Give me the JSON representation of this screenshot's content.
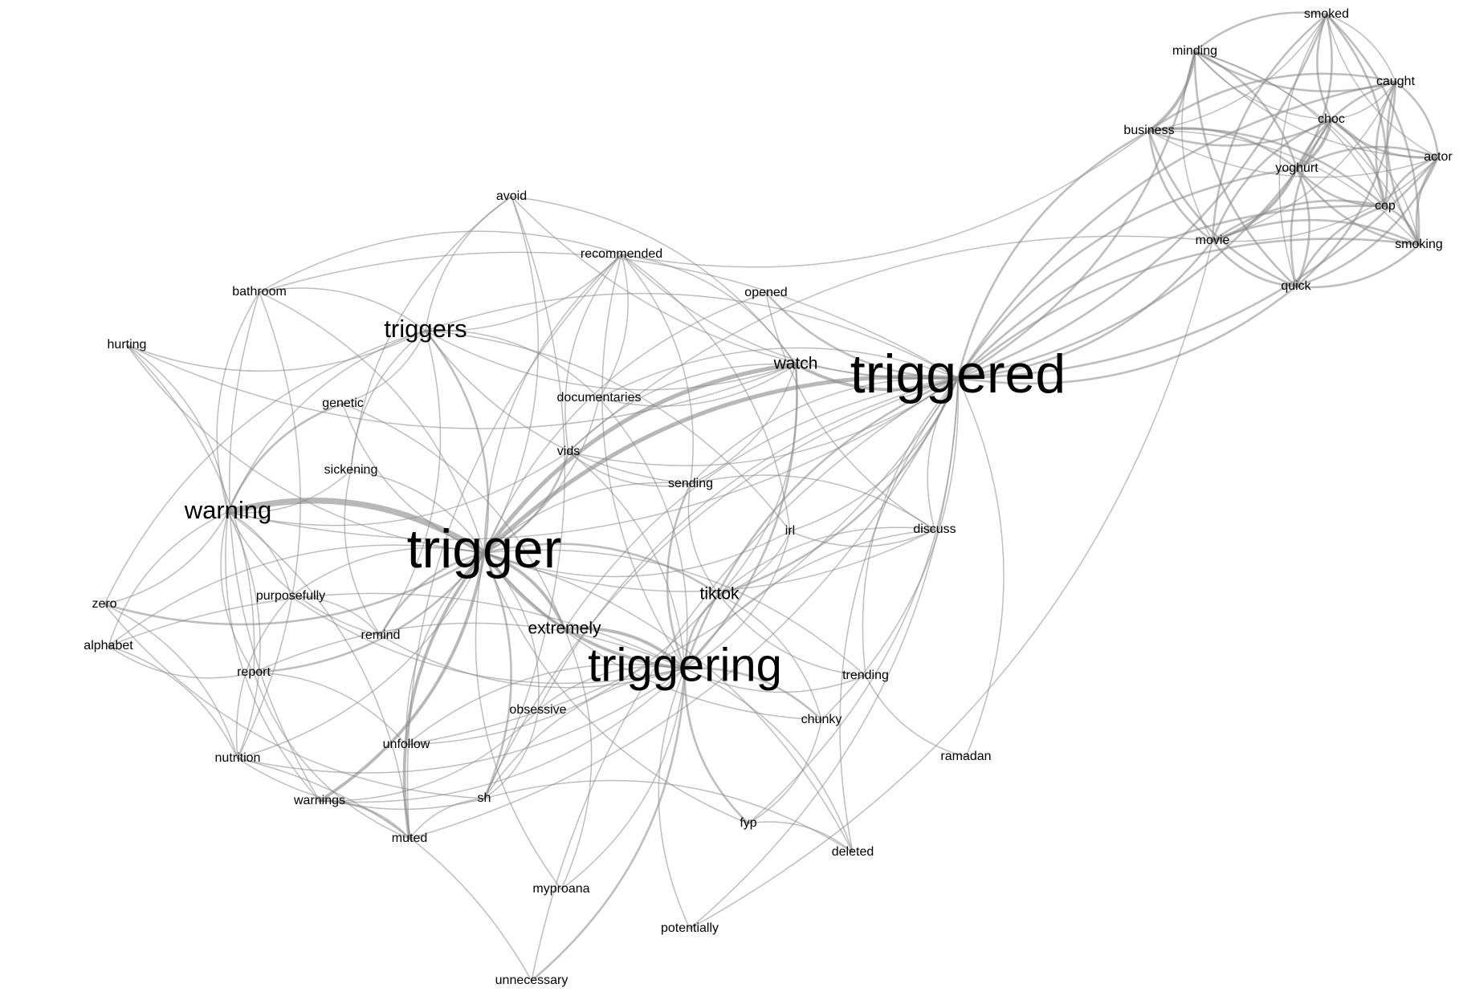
{
  "graph": {
    "colors": {
      "background": "#ffffff",
      "edge": "#888888",
      "label": "#000000"
    },
    "nodes": [
      {
        "id": "trigger",
        "label": "trigger",
        "size": 5
      },
      {
        "id": "triggered",
        "label": "triggered",
        "size": 5
      },
      {
        "id": "triggering",
        "label": "triggering",
        "size": 4
      },
      {
        "id": "warning",
        "label": "warning",
        "size": 3
      },
      {
        "id": "triggers",
        "label": "triggers",
        "size": 3
      },
      {
        "id": "watch",
        "label": "watch",
        "size": 2
      },
      {
        "id": "extremely",
        "label": "extremely",
        "size": 2
      },
      {
        "id": "tiktok",
        "label": "tiktok",
        "size": 2
      },
      {
        "id": "smoked",
        "label": "smoked",
        "size": 1
      },
      {
        "id": "minding",
        "label": "minding",
        "size": 1
      },
      {
        "id": "caught",
        "label": "caught",
        "size": 1
      },
      {
        "id": "business",
        "label": "business",
        "size": 1
      },
      {
        "id": "choc",
        "label": "choc",
        "size": 1
      },
      {
        "id": "yoghurt",
        "label": "yoghurt",
        "size": 1
      },
      {
        "id": "actor",
        "label": "actor",
        "size": 1
      },
      {
        "id": "cop",
        "label": "cop",
        "size": 1
      },
      {
        "id": "movie",
        "label": "movie",
        "size": 1
      },
      {
        "id": "smoking",
        "label": "smoking",
        "size": 1
      },
      {
        "id": "quick",
        "label": "quick",
        "size": 1
      },
      {
        "id": "avoid",
        "label": "avoid",
        "size": 1
      },
      {
        "id": "recommended",
        "label": "recommended",
        "size": 1
      },
      {
        "id": "bathroom",
        "label": "bathroom",
        "size": 1
      },
      {
        "id": "opened",
        "label": "opened",
        "size": 1
      },
      {
        "id": "hurting",
        "label": "hurting",
        "size": 1
      },
      {
        "id": "genetic",
        "label": "genetic",
        "size": 1
      },
      {
        "id": "documentaries",
        "label": "documentaries",
        "size": 1
      },
      {
        "id": "vids",
        "label": "vids",
        "size": 1
      },
      {
        "id": "sickening",
        "label": "sickening",
        "size": 1
      },
      {
        "id": "sending",
        "label": "sending",
        "size": 1
      },
      {
        "id": "irl",
        "label": "irl",
        "size": 1
      },
      {
        "id": "discuss",
        "label": "discuss",
        "size": 1
      },
      {
        "id": "zero",
        "label": "zero",
        "size": 1
      },
      {
        "id": "purposefully",
        "label": "purposefully",
        "size": 1
      },
      {
        "id": "alphabet",
        "label": "alphabet",
        "size": 1
      },
      {
        "id": "remind",
        "label": "remind",
        "size": 1
      },
      {
        "id": "report",
        "label": "report",
        "size": 1
      },
      {
        "id": "trending",
        "label": "trending",
        "size": 1
      },
      {
        "id": "obsessive",
        "label": "obsessive",
        "size": 1
      },
      {
        "id": "chunky",
        "label": "chunky",
        "size": 1
      },
      {
        "id": "unfollow",
        "label": "unfollow",
        "size": 1
      },
      {
        "id": "nutrition",
        "label": "nutrition",
        "size": 1
      },
      {
        "id": "ramadan",
        "label": "ramadan",
        "size": 1
      },
      {
        "id": "sh",
        "label": "sh",
        "size": 1
      },
      {
        "id": "warnings",
        "label": "warnings",
        "size": 1
      },
      {
        "id": "fyp",
        "label": "fyp",
        "size": 1
      },
      {
        "id": "muted",
        "label": "muted",
        "size": 1
      },
      {
        "id": "deleted",
        "label": "deleted",
        "size": 1
      },
      {
        "id": "myproana",
        "label": "myproana",
        "size": 1
      },
      {
        "id": "potentially",
        "label": "potentially",
        "size": 1
      },
      {
        "id": "unnecessary",
        "label": "unnecessary",
        "size": 1
      }
    ],
    "edges": [
      [
        "trigger",
        "warning",
        5
      ],
      [
        "trigger",
        "triggered",
        4
      ],
      [
        "trigger",
        "triggering",
        3
      ],
      [
        "trigger",
        "watch",
        4
      ],
      [
        "trigger",
        "triggers",
        2
      ],
      [
        "trigger",
        "extremely",
        3
      ],
      [
        "trigger",
        "vids",
        2
      ],
      [
        "trigger",
        "warnings",
        3
      ],
      [
        "trigger",
        "muted",
        3
      ],
      [
        "trigger",
        "sh",
        2
      ],
      [
        "trigger",
        "remind",
        2
      ],
      [
        "trigger",
        "report",
        2
      ],
      [
        "trigger",
        "purposefully",
        1
      ],
      [
        "trigger",
        "obsessive",
        1
      ],
      [
        "trigger",
        "unfollow",
        1
      ],
      [
        "trigger",
        "zero",
        2
      ],
      [
        "trigger",
        "alphabet",
        1
      ],
      [
        "trigger",
        "nutrition",
        1
      ],
      [
        "trigger",
        "documentaries",
        1
      ],
      [
        "trigger",
        "recommended",
        1
      ],
      [
        "trigger",
        "avoid",
        1
      ],
      [
        "trigger",
        "genetic",
        1
      ],
      [
        "trigger",
        "sickening",
        1
      ],
      [
        "trigger",
        "sending",
        1
      ],
      [
        "trigger",
        "irl",
        1
      ],
      [
        "trigger",
        "tiktok",
        2
      ],
      [
        "trigger",
        "chunky",
        1
      ],
      [
        "trigger",
        "trending",
        1
      ],
      [
        "trigger",
        "fyp",
        1
      ],
      [
        "trigger",
        "deleted",
        1
      ],
      [
        "trigger",
        "myproana",
        1
      ],
      [
        "trigger",
        "hurting",
        1
      ],
      [
        "trigger",
        "bathroom",
        1
      ],
      [
        "trigger",
        "opened",
        1
      ],
      [
        "trigger",
        "discuss",
        1
      ],
      [
        "triggered",
        "watch",
        3
      ],
      [
        "triggered",
        "triggering",
        2
      ],
      [
        "triggered",
        "tiktok",
        2
      ],
      [
        "triggered",
        "minding",
        2
      ],
      [
        "triggered",
        "business",
        2
      ],
      [
        "triggered",
        "smoked",
        2
      ],
      [
        "triggered",
        "caught",
        2
      ],
      [
        "triggered",
        "choc",
        2
      ],
      [
        "triggered",
        "yoghurt",
        2
      ],
      [
        "triggered",
        "actor",
        2
      ],
      [
        "triggered",
        "cop",
        2
      ],
      [
        "triggered",
        "movie",
        2
      ],
      [
        "triggered",
        "smoking",
        2
      ],
      [
        "triggered",
        "quick",
        2
      ],
      [
        "triggered",
        "opened",
        2
      ],
      [
        "triggered",
        "discuss",
        1
      ],
      [
        "triggered",
        "irl",
        1
      ],
      [
        "triggered",
        "sending",
        1
      ],
      [
        "triggered",
        "vids",
        1
      ],
      [
        "triggered",
        "documentaries",
        1
      ],
      [
        "triggered",
        "recommended",
        1
      ],
      [
        "triggered",
        "triggers",
        1
      ],
      [
        "triggered",
        "warning",
        1
      ],
      [
        "triggered",
        "extremely",
        1
      ],
      [
        "triggered",
        "chunky",
        1
      ],
      [
        "triggered",
        "trending",
        1
      ],
      [
        "triggered",
        "ramadan",
        1
      ],
      [
        "triggered",
        "deleted",
        1
      ],
      [
        "triggered",
        "fyp",
        1
      ],
      [
        "triggered",
        "unnecessary",
        1
      ],
      [
        "triggered",
        "potentially",
        1
      ],
      [
        "triggered",
        "obsessive",
        1
      ],
      [
        "triggered",
        "unfollow",
        1
      ],
      [
        "triggered",
        "sh",
        1
      ],
      [
        "triggered",
        "muted",
        1
      ],
      [
        "triggered",
        "bathroom",
        1
      ],
      [
        "triggered",
        "avoid",
        1
      ],
      [
        "triggering",
        "extremely",
        3
      ],
      [
        "triggering",
        "tiktok",
        2
      ],
      [
        "triggering",
        "fyp",
        2
      ],
      [
        "triggering",
        "unnecessary",
        2
      ],
      [
        "triggering",
        "potentially",
        1
      ],
      [
        "triggering",
        "myproana",
        1
      ],
      [
        "triggering",
        "obsessive",
        1
      ],
      [
        "triggering",
        "chunky",
        2
      ],
      [
        "triggering",
        "trending",
        1
      ],
      [
        "triggering",
        "deleted",
        1
      ],
      [
        "triggering",
        "sh",
        1
      ],
      [
        "triggering",
        "warnings",
        1
      ],
      [
        "triggering",
        "unfollow",
        1
      ],
      [
        "triggering",
        "nutrition",
        1
      ],
      [
        "triggering",
        "report",
        1
      ],
      [
        "triggering",
        "remind",
        1
      ],
      [
        "triggering",
        "vids",
        1
      ],
      [
        "triggering",
        "sending",
        2
      ],
      [
        "triggering",
        "irl",
        1
      ],
      [
        "triggering",
        "discuss",
        1
      ],
      [
        "triggering",
        "watch",
        2
      ],
      [
        "triggering",
        "recommended",
        1
      ],
      [
        "triggering",
        "documentaries",
        1
      ],
      [
        "triggering",
        "purposefully",
        1
      ],
      [
        "triggering",
        "alphabet",
        1
      ],
      [
        "warning",
        "zero",
        1
      ],
      [
        "warning",
        "alphabet",
        1
      ],
      [
        "warning",
        "genetic",
        2
      ],
      [
        "warning",
        "sickening",
        1
      ],
      [
        "warning",
        "purposefully",
        1
      ],
      [
        "warning",
        "report",
        1
      ],
      [
        "warning",
        "nutrition",
        1
      ],
      [
        "warning",
        "warnings",
        1
      ],
      [
        "warning",
        "bathroom",
        1
      ],
      [
        "warning",
        "hurting",
        1
      ],
      [
        "warning",
        "triggers",
        1
      ],
      [
        "warning",
        "remind",
        1
      ],
      [
        "warning",
        "muted",
        1
      ],
      [
        "warning",
        "vids",
        1
      ],
      [
        "triggers",
        "avoid",
        1
      ],
      [
        "triggers",
        "recommended",
        1
      ],
      [
        "triggers",
        "hurting",
        1
      ],
      [
        "triggers",
        "bathroom",
        1
      ],
      [
        "triggers",
        "genetic",
        1
      ],
      [
        "triggers",
        "sickening",
        1
      ],
      [
        "triggers",
        "documentaries",
        1
      ],
      [
        "triggers",
        "watch",
        1
      ],
      [
        "triggers",
        "irl",
        1
      ],
      [
        "triggers",
        "sending",
        1
      ],
      [
        "triggers",
        "remind",
        1
      ],
      [
        "triggers",
        "zero",
        1
      ],
      [
        "recommended",
        "watch",
        1
      ],
      [
        "recommended",
        "business",
        1
      ],
      [
        "recommended",
        "documentaries",
        1
      ],
      [
        "recommended",
        "vids",
        1
      ],
      [
        "recommended",
        "sending",
        1
      ],
      [
        "recommended",
        "bathroom",
        1
      ],
      [
        "recommended",
        "irl",
        1
      ],
      [
        "recommended",
        "muted",
        1
      ],
      [
        "avoid",
        "watch",
        1
      ],
      [
        "avoid",
        "sickening",
        1
      ],
      [
        "avoid",
        "sh",
        1
      ],
      [
        "opened",
        "discuss",
        1
      ],
      [
        "hurting",
        "report",
        1
      ],
      [
        "hurting",
        "watch",
        1
      ],
      [
        "zero",
        "nutrition",
        1
      ],
      [
        "zero",
        "sh",
        1
      ],
      [
        "alphabet",
        "nutrition",
        1
      ],
      [
        "alphabet",
        "report",
        1
      ],
      [
        "purposefully",
        "remind",
        1
      ],
      [
        "purposefully",
        "nutrition",
        1
      ],
      [
        "report",
        "unfollow",
        1
      ],
      [
        "report",
        "muted",
        1
      ],
      [
        "nutrition",
        "unnecessary",
        1
      ],
      [
        "nutrition",
        "sh",
        1
      ],
      [
        "bathroom",
        "nutrition",
        1
      ],
      [
        "bathroom",
        "warnings",
        1
      ],
      [
        "warnings",
        "muted",
        2
      ],
      [
        "warnings",
        "obsessive",
        1
      ],
      [
        "muted",
        "sh",
        1
      ],
      [
        "sh",
        "obsessive",
        1
      ],
      [
        "sh",
        "deleted",
        1
      ],
      [
        "unfollow",
        "tiktok",
        1
      ],
      [
        "fyp",
        "deleted",
        1
      ],
      [
        "fyp",
        "chunky",
        1
      ],
      [
        "tiktok",
        "sending",
        1
      ],
      [
        "tiktok",
        "irl",
        1
      ],
      [
        "tiktok",
        "discuss",
        1
      ],
      [
        "tiktok",
        "watch",
        1
      ],
      [
        "tiktok",
        "chunky",
        1
      ],
      [
        "tiktok",
        "trending",
        1
      ],
      [
        "watch",
        "documentaries",
        1
      ],
      [
        "watch",
        "vids",
        1
      ],
      [
        "watch",
        "sending",
        1
      ],
      [
        "irl",
        "discuss",
        1
      ],
      [
        "sending",
        "discuss",
        1
      ],
      [
        "vids",
        "sending",
        1
      ],
      [
        "movie",
        "potentially",
        1
      ],
      [
        "movie",
        "vids",
        1
      ],
      [
        "genetic",
        "extremely",
        1
      ],
      [
        "sickening",
        "remind",
        1
      ],
      [
        "extremely",
        "myproana",
        1
      ],
      [
        "trending",
        "ramadan",
        1
      ],
      [
        "minding",
        "smoked",
        2
      ],
      [
        "minding",
        "caught",
        2
      ],
      [
        "minding",
        "business",
        3
      ],
      [
        "minding",
        "choc",
        1
      ],
      [
        "minding",
        "yoghurt",
        2
      ],
      [
        "minding",
        "actor",
        1
      ],
      [
        "minding",
        "cop",
        1
      ],
      [
        "minding",
        "movie",
        1
      ],
      [
        "minding",
        "smoking",
        1
      ],
      [
        "minding",
        "quick",
        2
      ],
      [
        "smoked",
        "caught",
        1
      ],
      [
        "smoked",
        "choc",
        2
      ],
      [
        "smoked",
        "yoghurt",
        2
      ],
      [
        "smoked",
        "actor",
        1
      ],
      [
        "smoked",
        "cop",
        2
      ],
      [
        "smoked",
        "movie",
        2
      ],
      [
        "smoked",
        "smoking",
        2
      ],
      [
        "smoked",
        "quick",
        1
      ],
      [
        "smoked",
        "business",
        1
      ],
      [
        "caught",
        "business",
        2
      ],
      [
        "caught",
        "choc",
        1
      ],
      [
        "caught",
        "yoghurt",
        2
      ],
      [
        "caught",
        "actor",
        2
      ],
      [
        "caught",
        "cop",
        2
      ],
      [
        "caught",
        "movie",
        1
      ],
      [
        "caught",
        "smoking",
        2
      ],
      [
        "caught",
        "quick",
        2
      ],
      [
        "business",
        "choc",
        2
      ],
      [
        "business",
        "yoghurt",
        2
      ],
      [
        "business",
        "actor",
        1
      ],
      [
        "business",
        "cop",
        2
      ],
      [
        "business",
        "movie",
        2
      ],
      [
        "business",
        "smoking",
        1
      ],
      [
        "business",
        "quick",
        2
      ],
      [
        "choc",
        "yoghurt",
        3
      ],
      [
        "choc",
        "actor",
        2
      ],
      [
        "choc",
        "cop",
        2
      ],
      [
        "choc",
        "movie",
        2
      ],
      [
        "choc",
        "smoking",
        1
      ],
      [
        "choc",
        "quick",
        2
      ],
      [
        "yoghurt",
        "actor",
        2
      ],
      [
        "yoghurt",
        "cop",
        2
      ],
      [
        "yoghurt",
        "movie",
        3
      ],
      [
        "yoghurt",
        "smoking",
        2
      ],
      [
        "yoghurt",
        "quick",
        2
      ],
      [
        "actor",
        "cop",
        2
      ],
      [
        "actor",
        "movie",
        1
      ],
      [
        "actor",
        "smoking",
        2
      ],
      [
        "actor",
        "quick",
        2
      ],
      [
        "cop",
        "movie",
        2
      ],
      [
        "cop",
        "smoking",
        2
      ],
      [
        "cop",
        "quick",
        2
      ],
      [
        "movie",
        "smoking",
        2
      ],
      [
        "movie",
        "quick",
        2
      ],
      [
        "smoking",
        "quick",
        2
      ]
    ]
  }
}
